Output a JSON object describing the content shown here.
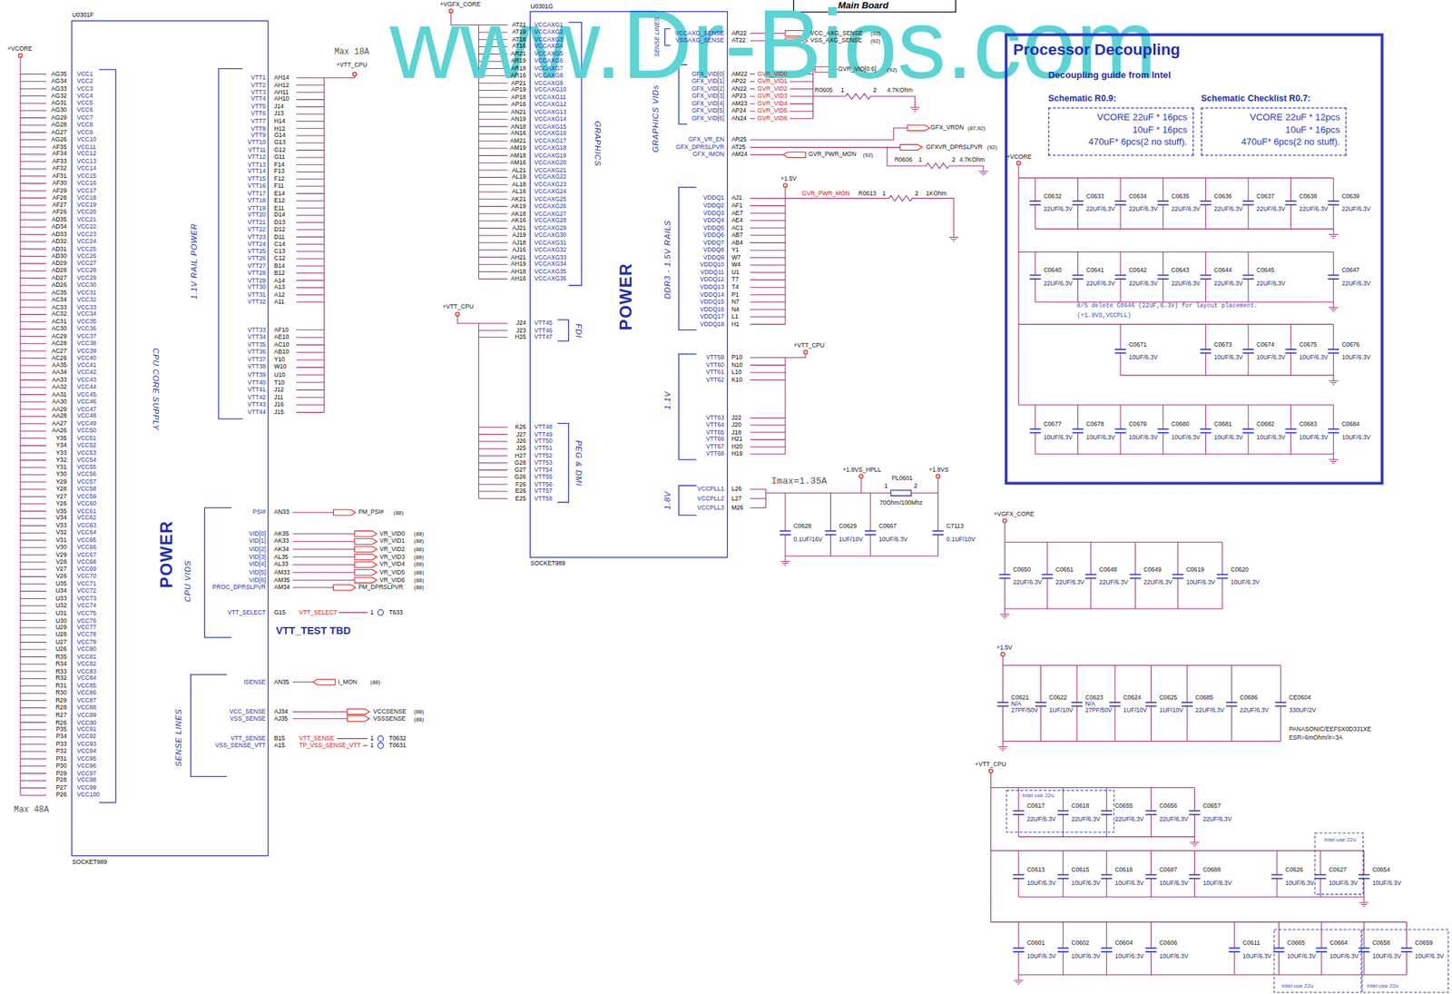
{
  "diagram": {
    "nodes": [
      {
        "text": [
          "U0301F",
          "SOCKET989"
        ]
      },
      {
        "text": [
          "U0301G",
          "SOCKET989"
        ]
      },
      {
        "text": [
          "Processor Decoupling",
          "Decoupling guide from Intel"
        ]
      },
      {
        "text": [
          "Schematic R0.9:",
          "VCORE 22uF * 16pcs",
          "10uF * 16pcs",
          "470uF* 6pcs(2 no stuff)."
        ],
        "in": 2
      },
      {
        "text": [
          "Schematic Checklist R0.7:",
          "VCORE 22uF * 12pcs",
          "10uF * 16pcs",
          "470uF* 6pcs(2 no stuff)."
        ],
        "in": 2
      }
    ],
    "labels": [
      "+VCORE",
      "AG35",
      "AG34",
      "AG33",
      "AG32",
      "AG31",
      "AG30",
      "AG29",
      "AG28",
      "AG27",
      "AG26",
      "AF35",
      "AF34",
      "AF33",
      "AF32",
      "AF31",
      "AF30",
      "AF29",
      "AF28",
      "AF27",
      "AF26",
      "AD35",
      "AD34",
      "AD33",
      "AD32",
      "AD31",
      "AD30",
      "AD29",
      "AD28",
      "AD27",
      "AD26",
      "AC35",
      "AC34",
      "AC33",
      "AC32",
      "AC31",
      "AC30",
      "AC29",
      "AC28",
      "AC27",
      "AC26",
      "AA35",
      "AA34",
      "AA33",
      "AA32",
      "AA31",
      "AA30",
      "AA29",
      "AA28",
      "AA27",
      "AA26",
      "Y35",
      "Y34",
      "Y33",
      "Y32",
      "Y31",
      "Y30",
      "Y29",
      "Y28",
      "Y27",
      "Y26",
      "V35",
      "V34",
      "V33",
      "V32",
      "V31",
      "V30",
      "V29",
      "V28",
      "V27",
      "V26",
      "U35",
      "U34",
      "U33",
      "U32",
      "U31",
      "U30",
      "U29",
      "U28",
      "U27",
      "U26",
      "R35",
      "R34",
      "R33",
      "R32",
      "R31",
      "R30",
      "R29",
      "R28",
      "R27",
      "R26",
      "P35",
      "P34",
      "P33",
      "P32",
      "P31",
      "P30",
      "P29",
      "P28",
      "P27",
      "P26",
      "VCC1",
      "VCC2",
      "VCC3",
      "VCC4",
      "VCC5",
      "VCC6",
      "VCC7",
      "VCC8",
      "VCC9",
      "VCC10",
      "VCC11",
      "VCC12",
      "VCC13",
      "VCC14",
      "VCC15",
      "VCC16",
      "VCC17",
      "VCC18",
      "VCC19",
      "VCC20",
      "VCC21",
      "VCC22",
      "VCC23",
      "VCC24",
      "VCC25",
      "VCC26",
      "VCC27",
      "VCC28",
      "VCC29",
      "VCC30",
      "VCC31",
      "VCC32",
      "VCC33",
      "VCC34",
      "VCC35",
      "VCC36",
      "VCC37",
      "VCC38",
      "VCC39",
      "VCC40",
      "VCC41",
      "VCC42",
      "VCC43",
      "VCC44",
      "VCC45",
      "VCC46",
      "VCC47",
      "VCC48",
      "VCC49",
      "VCC50",
      "VCC51",
      "VCC52",
      "VCC53",
      "VCC54",
      "VCC55",
      "VCC56",
      "VCC57",
      "VCC58",
      "VCC59",
      "VCC60",
      "VCC61",
      "VCC62",
      "VCC63",
      "VCC64",
      "VCC65",
      "VCC66",
      "VCC67",
      "VCC68",
      "VCC69",
      "VCC70",
      "VCC71",
      "VCC72",
      "VCC73",
      "VCC74",
      "VCC75",
      "VCC76",
      "VCC77",
      "VCC78",
      "VCC79",
      "VCC80",
      "VCC81",
      "VCC82",
      "VCC83",
      "VCC84",
      "VCC85",
      "VCC86",
      "VCC87",
      "VCC88",
      "VCC89",
      "VCC90",
      "VCC91",
      "VCC92",
      "VCC93",
      "VCC94",
      "VCC95",
      "VCC96",
      "VCC97",
      "VCC98",
      "VCC99",
      "VCC100",
      "Max 48A",
      "Max 18A",
      "+VTT_CPU",
      "VTT1",
      "VTT2",
      "VTT3",
      "VTT4",
      "VTT5",
      "VTT6",
      "VTT7",
      "VTT8",
      "VTT9",
      "VTT10",
      "VTT11",
      "VTT12",
      "VTT13",
      "VTT14",
      "VTT15",
      "VTT16",
      "VTT17",
      "VTT18",
      "VTT19",
      "VTT20",
      "VTT21",
      "VTT22",
      "VTT23",
      "VTT24",
      "VTT25",
      "VTT26",
      "VTT27",
      "VTT28",
      "VTT29",
      "VTT30",
      "VTT31",
      "VTT32",
      "AH14",
      "AH12",
      "AH11",
      "AH10",
      "J14",
      "J13",
      "H14",
      "H12",
      "G14",
      "G13",
      "G12",
      "G11",
      "F14",
      "F13",
      "F12",
      "F11",
      "E14",
      "E12",
      "E11",
      "D14",
      "D13",
      "D12",
      "D11",
      "C14",
      "C13",
      "C12",
      "B14",
      "B12",
      "A14",
      "A13",
      "A12",
      "A11",
      "VTT33",
      "VTT34",
      "VTT35",
      "VTT36",
      "VTT37",
      "VTT38",
      "VTT39",
      "VTT40",
      "VTT41",
      "VTT42",
      "VTT43",
      "VTT44",
      "AF10",
      "AE10",
      "AC10",
      "AB10",
      "Y10",
      "W10",
      "U10",
      "T10",
      "J12",
      "J11",
      "J16",
      "J15",
      "1.1V RAIL POWER",
      "CPU CORE SUPPLY",
      "POWER",
      "CPU VIDS",
      "PSI#",
      "AN33",
      "PM_PSI#",
      "(88)",
      "VID[0]",
      "AK35",
      "VR_VID0",
      "(88)",
      "VID[1]",
      "AK33",
      "VR_VID1",
      "(88)",
      "VID[2]",
      "AK34",
      "VR_VID2",
      "(88)",
      "VID[3]",
      "AL35",
      "VR_VID3",
      "(88)",
      "VID[4]",
      "AL33",
      "VR_VID4",
      "(88)",
      "VID[5]",
      "AM33",
      "VR_VID5",
      "(88)",
      "VID[6]",
      "AM35",
      "VR_VID6",
      "(88)",
      "PROC_DPRSLPVR",
      "AM34",
      "PM_DPRSLPVR",
      "(88)",
      "VTT_SELECT",
      "G15",
      "VTT_SELECT",
      "1",
      "T633",
      "VTT_TEST TBD",
      "ISENSE",
      "AN35",
      "I_MON",
      "(88)",
      "VCC_SENSE",
      "AJ34",
      "VCCSENSE",
      "(88)",
      "VSS_SENSE",
      "AJ35",
      "VSSSENSE",
      "(88)",
      "SENSE LINES",
      "VTT_SENSE",
      "B15",
      "VTT_SENSE",
      "1",
      "T0632",
      "VSS_SENSE_VTT",
      "A15",
      "TP_VSS_SENSE_VTT",
      "1",
      "T0631",
      "+VGFX_CORE",
      "AT21",
      "AT19",
      "AT18",
      "AT16",
      "AR21",
      "AR19",
      "AR18",
      "AR16",
      "AP21",
      "AP19",
      "AP18",
      "AP16",
      "AN21",
      "AN19",
      "AN18",
      "AN16",
      "AM21",
      "AM19",
      "AM18",
      "AM16",
      "AL21",
      "AL19",
      "AL18",
      "AL16",
      "AK21",
      "AK19",
      "AK18",
      "AK16",
      "AJ21",
      "AJ19",
      "AJ18",
      "AJ16",
      "AH21",
      "AH19",
      "AH18",
      "AH16",
      "VCCAXG1",
      "VCCAXG2",
      "VCCAXG3",
      "VCCAXG4",
      "VCCAXG5",
      "VCCAXG6",
      "VCCAXG7",
      "VCCAXG8",
      "VCCAXG9",
      "VCCAXG10",
      "VCCAXG11",
      "VCCAXG12",
      "VCCAXG13",
      "VCCAXG14",
      "VCCAXG15",
      "VCCAXG16",
      "VCCAXG17",
      "VCCAXG18",
      "VCCAXG19",
      "VCCAXG20",
      "VCCAXG21",
      "VCCAXG22",
      "VCCAXG23",
      "VCCAXG24",
      "VCCAXG25",
      "VCCAXG26",
      "VCCAXG27",
      "VCCAXG28",
      "VCCAXG29",
      "VCCAXG30",
      "VCCAXG31",
      "VCCAXG32",
      "VCCAXG33",
      "VCCAXG34",
      "VCCAXG35",
      "VCCAXG36",
      "GRAPHICS",
      "+VTT_CPU",
      "J24",
      "VTT45",
      "J23",
      "VTT46",
      "H25",
      "VTT47",
      "FDI",
      "K26",
      "VTT48",
      "J27",
      "VTT49",
      "J26",
      "VTT50",
      "J25",
      "VTT51",
      "H27",
      "VTT52",
      "G28",
      "VTT53",
      "G27",
      "VTT54",
      "G26",
      "VTT55",
      "F26",
      "VTT56",
      "E26",
      "VTT57",
      "E25",
      "VTT58",
      "PEG & DMI",
      "VCCAXG_SENSE",
      "AR22",
      "VCC_AXG_SENSE",
      "(92)",
      "VSSAXG_SENSE",
      "AT22",
      "VSS_AXG_SENSE",
      "(92)",
      "SENSE LINES",
      "GFX_VID[0]",
      "AM22",
      "GVR_VID0",
      "GFX_VID[1]",
      "AP22",
      "GVR_VID1",
      "GFX_VID[2]",
      "AN22",
      "GVR_VID2",
      "GFX_VID[3]",
      "AP23",
      "GVR_VID3",
      "GFX_VID[4]",
      "AM23",
      "GVR_VID4",
      "GFX_VID[5]",
      "AP24",
      "GVR_VID5",
      "GFX_VID[6]",
      "AN24",
      "GVR_VID6",
      "GVR_VID[0:6]",
      "(92)",
      "R0605",
      "1",
      "2",
      "4.7KOhm",
      "GFX_VR_EN",
      "AR25",
      "GFX_DPRSLPVR",
      "AT25",
      "GFX_IMON",
      "AM24",
      "GFX_VRON",
      "(87,92)",
      "GFXVR_DPRSLPVR",
      "(92)",
      "GVR_PWR_MON",
      "(92)",
      "R0606",
      "1",
      "2",
      "4.7KOhm",
      "GRAPHICS VIDs",
      "POWER",
      "DDR3 - 1.5V RAILS",
      "+1.5V",
      "VDDQ1",
      "AJ1",
      "VDDQ2",
      "AF1",
      "VDDQ3",
      "AE7",
      "VDDQ4",
      "AE4",
      "VDDQ5",
      "AC1",
      "VDDQ6",
      "AB7",
      "VDDQ7",
      "AB4",
      "VDDQ8",
      "Y1",
      "VDDQ9",
      "W7",
      "VDDQ10",
      "W4",
      "VDDQ11",
      "U1",
      "VDDQ12",
      "T7",
      "VDDQ13",
      "T4",
      "VDDQ14",
      "P1",
      "VDDQ15",
      "N7",
      "VDDQ16",
      "N4",
      "VDDQ17",
      "L1",
      "VDDQ18",
      "H1",
      "GVR_PWR_MON",
      "R0613",
      "1",
      "2",
      "1KOhm",
      "1.1V",
      "+VTT_CPU",
      "VTT59",
      "P10",
      "VTT60",
      "N10",
      "VTT61",
      "L10",
      "VTT62",
      "K10",
      "VTT63",
      "J22",
      "VTT64",
      "J20",
      "VTT65",
      "J18",
      "VTT66",
      "H21",
      "VTT67",
      "H20",
      "VTT68",
      "H19",
      "1.8V",
      "VCCPLL1",
      "L26",
      "VCCPLL2",
      "L27",
      "VCCPLL3",
      "M26",
      "Imax=1.35A",
      "+1.8VS_HPLL",
      "PL0601",
      "1",
      "2",
      "70Ohm/100Mhz",
      "+1.8VS",
      "C0628",
      "0.1UF/16V",
      "C0629",
      "1UF/10V",
      "C0667",
      "10UF/6.3V",
      "C7113",
      "0.1UF/10V",
      "+VCORE",
      "C0632",
      "22UF/6.3V",
      "C0633",
      "22UF/6.3V",
      "C0634",
      "22UF/6.3V",
      "C0635",
      "22UF/6.3V",
      "C0636",
      "22UF/6.3V",
      "C0637",
      "22UF/6.3V",
      "C0638",
      "22UF/6.3V",
      "C0639",
      "22UF/6.3V",
      "C0640",
      "22UF/6.3V",
      "C0641",
      "22UF/6.3V",
      "C0642",
      "22UF/6.3V",
      "C0643",
      "22UF/6.3V",
      "C0644",
      "22UF/6.3V",
      "C0645",
      "22UF/6.3V",
      "C0647",
      "22UF/6.3V",
      "8/5 delete C0646 (22UF,6.3V) for layout placement.",
      "(+1.8VS,VCCPLL)",
      "C0671",
      "10UF/6.3V",
      "C0673",
      "10UF/6.3V",
      "C0674",
      "10UF/6.3V",
      "C0675",
      "10UF/6.3V",
      "C0676",
      "10UF/6.3V",
      "C0677",
      "10UF/6.3V",
      "C0678",
      "10UF/6.3V",
      "C0679",
      "10UF/6.3V",
      "C0680",
      "10UF/6.3V",
      "C0681",
      "10UF/6.3V",
      "C0682",
      "10UF/6.3V",
      "C0683",
      "10UF/6.3V",
      "C0684",
      "10UF/6.3V",
      "+VGFX_CORE",
      "C0650",
      "22UF/6.3V",
      "C0651",
      "22UF/6.3V",
      "C0648",
      "22UF/6.3V",
      "C0649",
      "22UF/6.3V",
      "C0619",
      "10UF/6.3V",
      "C0620",
      "10UF/6.3V",
      "+1.5V",
      "C0621",
      "N/A",
      "27PF/50V",
      "C0622",
      "1UF/10V",
      "C0623",
      "N/A",
      "27PF/50V",
      "C0624",
      "1UF/10V",
      "C0625",
      "1UF/10V",
      "C0685",
      "22UF/6.3V",
      "C0686",
      "22UF/6.3V",
      "CE0604",
      "330UF/2V",
      "PANASONIC/EEFSX0D331XE",
      "ESR=6mOhm/Ir=3A",
      "+VTT_CPU",
      "Intel use 22u",
      "C0617",
      "22UF/6.3V",
      "C0618",
      "22UF/6.3V",
      "C0655",
      "22UF/6.3V",
      "C0656",
      "22UF/6.3V",
      "C0657",
      "22UF/6.3V",
      "C0613",
      "10UF/6.3V",
      "C0615",
      "10UF/6.3V",
      "C0616",
      "10UF/6.3V",
      "C0687",
      "10UF/6.3V",
      "C0688",
      "10UF/6.3V",
      "C0626",
      "10UF/6.3V",
      "C0627",
      "10UF/6.3V",
      "C0654",
      "10UF/6.3V",
      "Intel use 22u",
      "C0601",
      "10UF/6.3V",
      "C0602",
      "10UF/6.3V",
      "C0604",
      "10UF/6.3V",
      "C0606",
      "10UF/6.3V",
      "C0611",
      "10UF/6.3V",
      "C0665",
      "10UF/6.3V",
      "C0664",
      "10UF/6.3V",
      "C0658",
      "10UF/6.3V",
      "C0659",
      "10UF/6.3V",
      "Intel use 22u",
      "Intel use 22u",
      "www.Dr-Bios.com",
      "Main Board"
    ]
  }
}
